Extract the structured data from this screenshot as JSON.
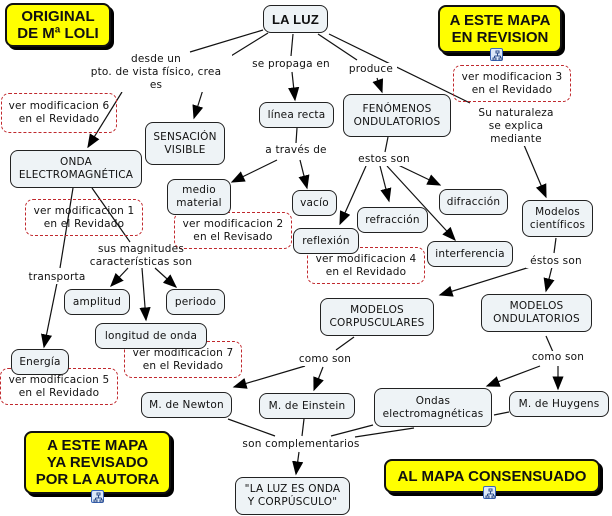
{
  "title_boxes": {
    "original": "ORIGINAL\nDE Mª LOLI",
    "en_revision": "A ESTE MAPA\nEN REVISION",
    "ya_revisado": "A ESTE MAPA\nYA REVISADO\nPOR LA AUTORA",
    "consensuado": "AL MAPA CONSENSUADO"
  },
  "concepts": {
    "la_luz": "LA LUZ",
    "sensacion_visible": "SENSACIÓN\nVISIBLE",
    "linea_recta": "línea recta",
    "fenomenos_ondulatorios": "FENÓMENOS\nONDULATORIOS",
    "onda_electromagnetica": "ONDA\nELECTROMAGNÉTICA",
    "medio_material": "medio\nmaterial",
    "vacio": "vacío",
    "reflexion": "reflexión",
    "refraccion": "refracción",
    "difraccion": "difracción",
    "interferencia": "interferencia",
    "modelos_cientificos": "Modelos\ncientíficos",
    "amplitud": "amplitud",
    "periodo": "periodo",
    "longitud_de_onda": "longitud de onda",
    "energia": "Energía",
    "modelos_corpusculares": "MODELOS\nCORPUSCULARES",
    "modelos_ondulatorios": "MODELOS\nONDULATORIOS",
    "m_newton": "M. de Newton",
    "m_einstein": "M. de Einstein",
    "ondas_electromagneticas": "Ondas\nelectromagnéticas",
    "m_huygens": "M. de Huygens",
    "conclusion": "\"LA LUZ ES ONDA\nY CORPÚSCULO\""
  },
  "link_phrases": {
    "desde_un": "desde un\npto. de vista físico,  crea\nes",
    "se_propaga_en": "se propaga en",
    "produce": "produce",
    "su_naturaleza": "Su naturaleza\nse explica\nmediante",
    "a_traves_de": "a través de",
    "estos_son": "estos son",
    "sus_magnitudes": "sus magnitudes\ncaracterísticas son",
    "transporta": "transporta",
    "estos_son_2": "éstos son",
    "como_son_1": "como son",
    "como_son_2": "como son",
    "son_complementarios": "son complementarios"
  },
  "notes": {
    "mod1": "ver modificacion 1\nen el Revidado",
    "mod2": "ver modificacion 2\nen el Revisado",
    "mod3": "ver modificacion 3\nen el Revidado",
    "mod4": "ver modificacion 4\nen el Revidado",
    "mod5": "ver modificacion 5\nen el Revidado",
    "mod6": "ver modificacion 6\nen el Revidado",
    "mod7": "ver modificacion 7\nen el Revidado"
  },
  "icons": {
    "resource_link": "concept-map-link-icon"
  },
  "colors": {
    "node_fill": "#eef3f6",
    "title_fill": "#ffff00",
    "note_border": "#c0282d"
  }
}
